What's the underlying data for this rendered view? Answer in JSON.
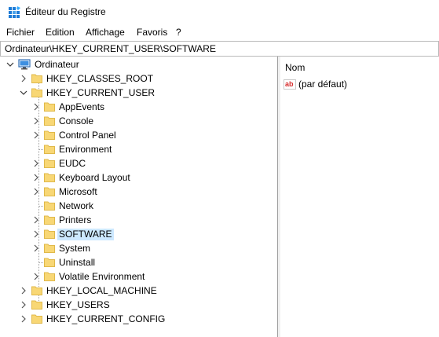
{
  "window": {
    "title": "Éditeur du Registre"
  },
  "menu": [
    "Fichier",
    "Edition",
    "Affichage",
    "Favoris",
    "?"
  ],
  "address": "Ordinateur\\HKEY_CURRENT_USER\\SOFTWARE",
  "tree": {
    "root": "Ordinateur",
    "hives": [
      {
        "label": "HKEY_CLASSES_ROOT",
        "expanded": false
      },
      {
        "label": "HKEY_CURRENT_USER",
        "expanded": true,
        "children": [
          {
            "label": "AppEvents",
            "has_children": true
          },
          {
            "label": "Console",
            "has_children": true
          },
          {
            "label": "Control Panel",
            "has_children": true
          },
          {
            "label": "Environment",
            "has_children": false
          },
          {
            "label": "EUDC",
            "has_children": true
          },
          {
            "label": "Keyboard Layout",
            "has_children": true
          },
          {
            "label": "Microsoft",
            "has_children": true
          },
          {
            "label": "Network",
            "has_children": false
          },
          {
            "label": "Printers",
            "has_children": true
          },
          {
            "label": "SOFTWARE",
            "has_children": true,
            "selected": true
          },
          {
            "label": "System",
            "has_children": true
          },
          {
            "label": "Uninstall",
            "has_children": false
          },
          {
            "label": "Volatile Environment",
            "has_children": true
          }
        ]
      },
      {
        "label": "HKEY_LOCAL_MACHINE",
        "expanded": false
      },
      {
        "label": "HKEY_USERS",
        "expanded": false
      },
      {
        "label": "HKEY_CURRENT_CONFIG",
        "expanded": false
      }
    ]
  },
  "values_pane": {
    "column_header": "Nom",
    "rows": [
      {
        "name": "(par défaut)",
        "icon": "string-value-icon"
      }
    ]
  },
  "colors": {
    "selection": "#cce8ff",
    "folder": "#f8d775",
    "folder_dark": "#e0b94a"
  }
}
